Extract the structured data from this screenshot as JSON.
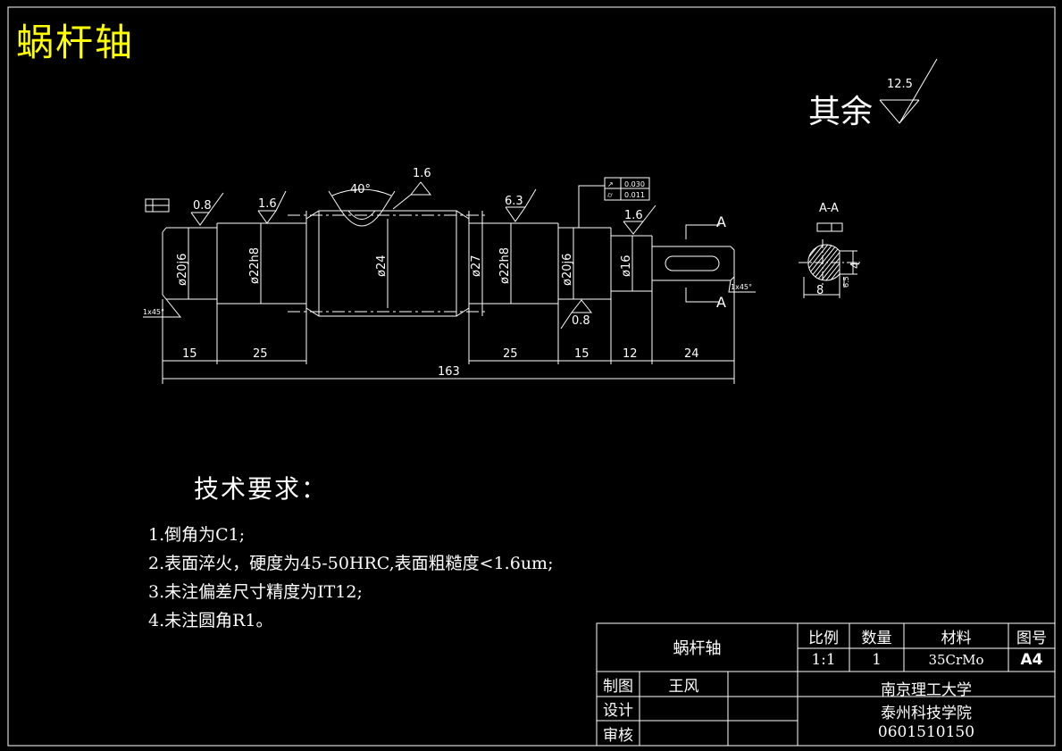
{
  "drawing": {
    "title": "蜗杆轴",
    "general_roughness": {
      "label": "其余",
      "value": "12.5"
    },
    "dimensions": {
      "lengths": [
        "15",
        "25",
        "25",
        "15",
        "12",
        "24"
      ],
      "overall": "163",
      "diameters": [
        "ø20j6",
        "ø22h8",
        "ø24",
        "ø27",
        "ø22h8",
        "ø20j6",
        "ø16"
      ],
      "angle": "40°",
      "chamfer": "1x45°",
      "section_dims": [
        "8",
        "4",
        "6.5"
      ]
    },
    "roughness_marks": [
      "0.8",
      "1.6",
      "1.6",
      "6.3",
      "1.6",
      "0.8"
    ],
    "tolerance_frames": [
      {
        "symbol": "↗",
        "value": "0.030"
      },
      {
        "symbol": "⌭",
        "value": "0.011"
      }
    ],
    "section": {
      "label": "A-A",
      "marker": "A"
    }
  },
  "requirements": {
    "title": "技术要求：",
    "items": [
      "1.倒角为C1;",
      "2.表面淬火，硬度为45-50HRC,表面粗糙度<1.6um;",
      "3.未注偏差尺寸精度为IT12;",
      "4.未注圆角R1。"
    ]
  },
  "title_block": {
    "part_name": "蜗杆轴",
    "headers": {
      "scale": "比例",
      "quantity": "数量",
      "material": "材料",
      "drawing_no": "图号"
    },
    "values": {
      "scale": "1:1",
      "quantity": "1",
      "material": "35CrMo",
      "drawing_no": "A4"
    },
    "roles": {
      "drawn": "制图",
      "design": "设计",
      "review": "审核"
    },
    "drawn_by": "王风",
    "school_line1": "南京理工大学",
    "school_line2": "泰州科技学院",
    "student_id": "0601510150"
  }
}
